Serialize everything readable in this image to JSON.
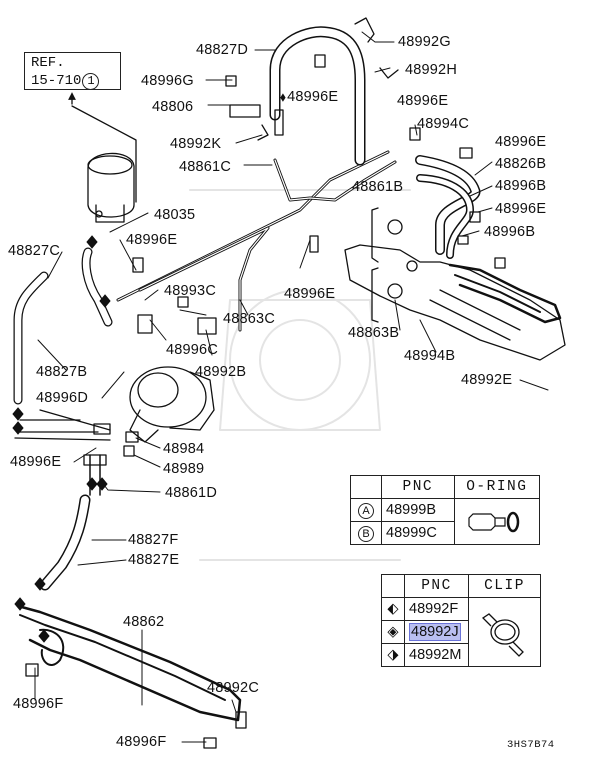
{
  "ref": {
    "line1": "REF.",
    "line2": "15-710",
    "circle": "1"
  },
  "labels": {
    "48827D": "48827D",
    "48992G": "48992G",
    "48996G": "48996G",
    "48992H": "48992H",
    "48996E_a": "48996E",
    "48806": "48806",
    "48996E_b": "48996E",
    "48992K": "48992K",
    "48994C": "48994C",
    "48996E_c": "48996E",
    "48861C": "48861C",
    "48826B": "48826B",
    "48861B": "48861B",
    "48996B": "48996B",
    "48035": "48035",
    "48996E_d": "48996E",
    "48996E_e": "48996E",
    "48827C": "48827C",
    "48996B_b": "48996B",
    "48993C": "48993C",
    "48996E_f": "48996E",
    "48863C": "48863C",
    "48996C": "48996C",
    "48863B": "48863B",
    "48994B": "48994B",
    "48827B": "48827B",
    "48992B": "48992B",
    "48992E": "48992E",
    "48996D": "48996D",
    "48984": "48984",
    "48996E_g": "48996E",
    "48989": "48989",
    "48861D": "48861D",
    "48827F": "48827F",
    "48827E": "48827E",
    "48862": "48862",
    "48996F_a": "48996F",
    "48992C": "48992C",
    "48996F_b": "48996F"
  },
  "oring_table": {
    "headers": [
      "PNC",
      "O-RING"
    ],
    "rows": [
      {
        "marker": "A",
        "pnc": "48999B"
      },
      {
        "marker": "B",
        "pnc": "48999C"
      }
    ]
  },
  "clip_table": {
    "headers": [
      "PNC",
      "CLIP"
    ],
    "rows": [
      {
        "marker": "diamond-top",
        "pnc": "48992F"
      },
      {
        "marker": "diamond-half",
        "pnc": "48992J"
      },
      {
        "marker": "diamond-bottom",
        "pnc": "48992M"
      }
    ]
  },
  "diagram_code": "3HS7B74"
}
